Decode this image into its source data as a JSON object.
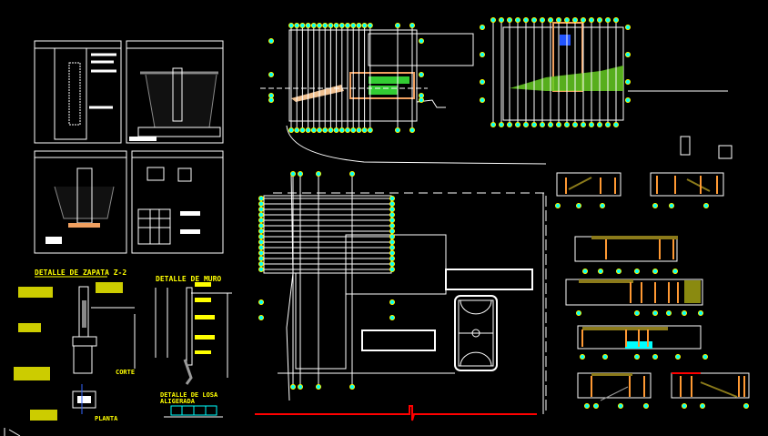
{
  "drawing": {
    "details": {
      "zapata_title": "DETALLE DE ZAPATA Z-2",
      "muro_title": "DETALLE DE MURO",
      "corte_label": "CORTE",
      "planta_label": "PLANTA",
      "losa_title": "DETALLE DE LOSA",
      "losa_subtitle": "ALIGERADA"
    },
    "colors": {
      "background": "#000000",
      "lines": "#ffffff",
      "text": "#ffff00",
      "grid_bubbles": "#00ffff",
      "walls": "#ff9933",
      "green_area": "#33cc33",
      "boundary": "#ff0000"
    }
  }
}
